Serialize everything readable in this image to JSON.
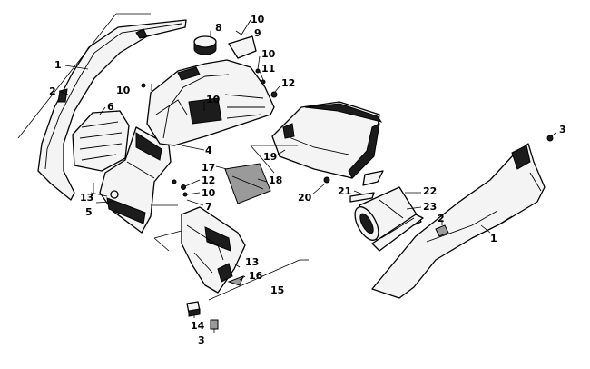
{
  "callouts": [
    {
      "id": "c1-left",
      "text": "1"
    },
    {
      "id": "c2-left",
      "text": "2"
    },
    {
      "id": "c6",
      "text": "6"
    },
    {
      "id": "c10-a",
      "text": "10"
    },
    {
      "id": "c8",
      "text": "8"
    },
    {
      "id": "c10-top",
      "text": "10"
    },
    {
      "id": "c9",
      "text": "9"
    },
    {
      "id": "c10-b",
      "text": "10"
    },
    {
      "id": "c11",
      "text": "11"
    },
    {
      "id": "c12-top",
      "text": "12"
    },
    {
      "id": "c10-c",
      "text": "10"
    },
    {
      "id": "c4",
      "text": "4"
    },
    {
      "id": "c17",
      "text": "17"
    },
    {
      "id": "c18",
      "text": "18"
    },
    {
      "id": "c19",
      "text": "19"
    },
    {
      "id": "c20",
      "text": "20"
    },
    {
      "id": "c12-mid",
      "text": "12"
    },
    {
      "id": "c10-d",
      "text": "10"
    },
    {
      "id": "c7",
      "text": "7"
    },
    {
      "id": "c13-left",
      "text": "13"
    },
    {
      "id": "c5",
      "text": "5"
    },
    {
      "id": "c21",
      "text": "21"
    },
    {
      "id": "c22",
      "text": "22"
    },
    {
      "id": "c23",
      "text": "23"
    },
    {
      "id": "c2-right",
      "text": "2"
    },
    {
      "id": "c1-right",
      "text": "1"
    },
    {
      "id": "c3-top",
      "text": "3"
    },
    {
      "id": "c13-bottom",
      "text": "13"
    },
    {
      "id": "c16",
      "text": "16"
    },
    {
      "id": "c15",
      "text": "15"
    },
    {
      "id": "c14",
      "text": "14"
    },
    {
      "id": "c3-bottom",
      "text": "3"
    }
  ],
  "colors": {
    "line": "#000000",
    "fill": "#f4f4f4",
    "dark": "#1c1c1c",
    "grey": "#9a9a9a",
    "background": "#ffffff"
  }
}
